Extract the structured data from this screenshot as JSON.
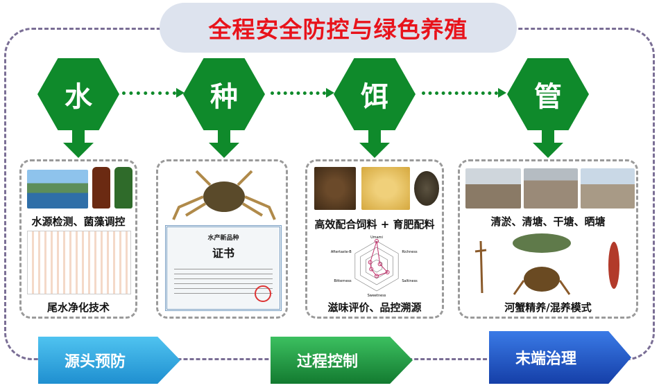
{
  "title": "全程安全防控与绿色养殖",
  "stages": [
    {
      "label": "水"
    },
    {
      "label": "种"
    },
    {
      "label": "饵"
    },
    {
      "label": "管"
    }
  ],
  "boxes": {
    "water": {
      "caption1": "水源检测、菌藻调控",
      "caption2": "尾水净化技术"
    },
    "seed": {
      "cert_header": "水产新品种",
      "cert_title": "证书"
    },
    "feed": {
      "caption1": "高效配合饲料 + 育肥配料",
      "caption2": "滋味评价、品控溯源",
      "radar_axes": [
        "Umami",
        "Richness",
        "Saltiness",
        "Sweetness",
        "Bitterness",
        "Aftertaste-B"
      ],
      "radar_values": [
        20,
        3,
        10,
        8,
        5,
        6
      ]
    },
    "manage": {
      "caption1": "清淤、清塘、干塘、晒塘",
      "caption2": "河蟹精养/混养模式"
    }
  },
  "banners": [
    {
      "label": "源头预防",
      "color": "#1f9bd6"
    },
    {
      "label": "过程控制",
      "color": "#17963a"
    },
    {
      "label": "末端治理",
      "color": "#1b4fc0"
    }
  ],
  "colors": {
    "green": "#0f8a2b",
    "title_red": "#e8131b"
  }
}
